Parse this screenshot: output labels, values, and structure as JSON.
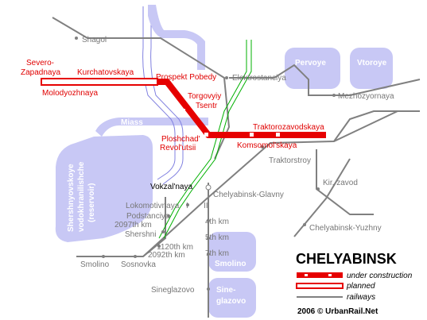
{
  "map": {
    "title": "CHELYABINSK",
    "credit": "2006 © UrbanRail.Net",
    "legend": {
      "under_construction": "under construction",
      "planned": "planned",
      "railways": "railways"
    },
    "water": {
      "river": "Miass",
      "reservoir_line1": "Shershnyovskoye",
      "reservoir_line2": "vodokhranilishche",
      "reservoir_line3": "(reservoir)"
    },
    "districts": {
      "pervoye": "Pervoye",
      "vtoroye": "Vtoroye",
      "smolino": "Smolino",
      "sineglazovo_1": "Sine-",
      "sineglazovo_2": "glazovo"
    },
    "metro_stations": {
      "severo_zapadnaya_1": "Severo-",
      "severo_zapadnaya_2": "Zapadnaya",
      "kurchatovskaya": "Kurchatovskaya",
      "molodozhnaya": "Molodyozhnaya",
      "prospekt_pobedy": "Prospekt Pobedy",
      "torgovyy_tsentr_1": "Torgovyiy",
      "torgovyy_tsentr_2": "Tsentr",
      "ploshchad_1": "Ploshchad'",
      "ploshchad_2": "Revol'utsii",
      "traktorozavodskaya": "Traktorozavodskaya",
      "komsomolskaya": "Komsomol'skaya",
      "vokzalnaya": "Vokzal'naya"
    },
    "rail_stations": {
      "shagol": "Shagol",
      "elektrostanciya": "Elektrostanciya",
      "mezhozyornaya": "Mezhozyornaya",
      "traktorstroy": "Traktorstroy",
      "kir_zavod": "Kir. zavod",
      "chelyabinsk_glavny": "Chelyabinsk-Glavny",
      "chelyabinsk_yuzhny": "Chelyabinsk-Yuzhny",
      "lokomotivnaya": "Lokomotivnaya",
      "i": "I",
      "ii": "II",
      "podstanciya": "Podstanciya",
      "km_2097": "2097th km",
      "shershni": "Shershni",
      "km_4": "4th km",
      "km_5": "5th km",
      "km_1120": "1120th km",
      "km_2092": "2092th km",
      "km_7": "7th km",
      "smolino": "Smolino",
      "sosnovka": "Sosnovka",
      "sineglazovo": "Sineglazovo"
    },
    "colors": {
      "metro": "#e60000",
      "river": "#c8c8f5",
      "district": "#c8c8f5",
      "railway": "#808080",
      "planned_green": "#00b000"
    }
  }
}
